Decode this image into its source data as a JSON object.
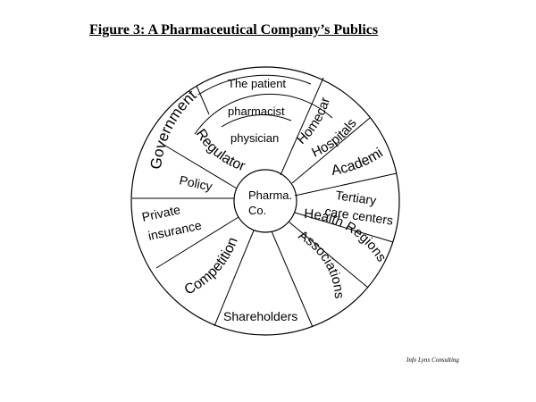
{
  "title": "Figure 3: A Pharmaceutical Company’s Publics",
  "credit": "Info Lynx Consulting",
  "center": {
    "line1": "Pharma.",
    "line2": "Co."
  },
  "labels": {
    "the_patient": "The patient",
    "pharmacist": "pharmacist",
    "physician": "physician",
    "government": "Government",
    "regulatory": "Regulatory",
    "policy": "Policy",
    "private_insurance_1": "Private",
    "private_insurance_2": "insurance",
    "competition": "Competition",
    "shareholders": "Shareholders",
    "associations": "Associations",
    "health_regions": "Health Regions",
    "tertiary_care_1": "Tertiary",
    "tertiary_care_2": "care centers",
    "academia": "Academia",
    "hospitals": "Hospitals",
    "homecare": "Homecare"
  },
  "colors": {
    "line": "#000000",
    "background": "#ffffff"
  }
}
